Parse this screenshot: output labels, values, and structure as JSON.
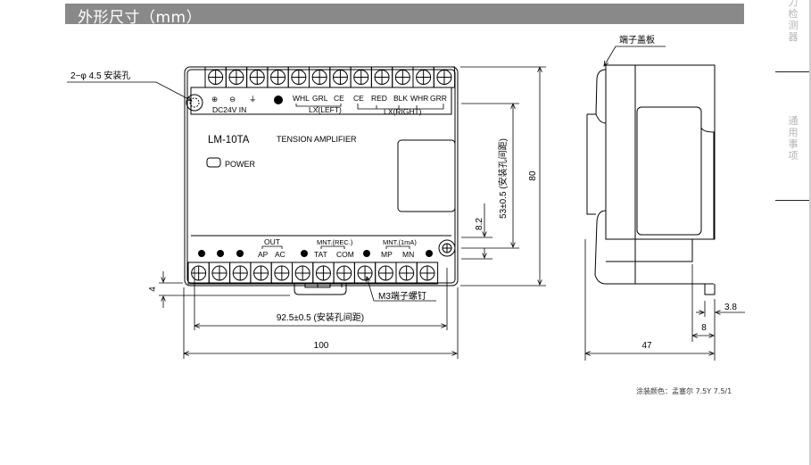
{
  "header": {
    "title": "外形尺寸（mm）"
  },
  "side_tabs": [
    {
      "label": "力检测器"
    },
    {
      "label": "通用事项"
    }
  ],
  "front_view": {
    "model": "LM-10TA",
    "product_name": "TENSION AMPLIFIER",
    "power_label": "POWER",
    "top_terminal_labels": {
      "plus": "⊕",
      "minus": "⊖",
      "ground": "⏚",
      "dc_in": "DC24V IN",
      "lx_left": [
        "WHL",
        "GRL",
        "CE"
      ],
      "lx_right": [
        "CE",
        "RED",
        "BLK",
        "WHR",
        "GRR"
      ],
      "lx_left_group": "LX(LEFT)",
      "lx_right_group": "LX(RIGHT)"
    },
    "bottom_terminal_labels": {
      "out_group": "OUT",
      "out": [
        "AP",
        "AC"
      ],
      "mnt_rec_group": "MNT.(REC.)",
      "mnt_rec": [
        "TAT",
        "COM"
      ],
      "mnt_ma_group": "MNT.(1mA)",
      "mnt_ma": [
        "MP",
        "MN"
      ]
    },
    "terminal_count_top": 12,
    "terminal_count_bottom": 12
  },
  "annotations": {
    "mount_hole": "2−φ 4.5 安装孔",
    "terminal_screw": "M3端子螺钉",
    "terminal_cover": "端子盖板",
    "paint_color": "涂装颜色：孟塞尔 7.5Y 7.5/1"
  },
  "dimensions": {
    "width_total": "100",
    "hole_pitch_h": "92.5±0.5 (安装孔间距)",
    "height_total": "80",
    "hole_pitch_v": "53±0.5 (安装孔间距)",
    "offset_v": "8.2",
    "offset_bottom": "4",
    "depth_total": "47",
    "depth_rail": "8",
    "depth_tab": "3.8"
  }
}
